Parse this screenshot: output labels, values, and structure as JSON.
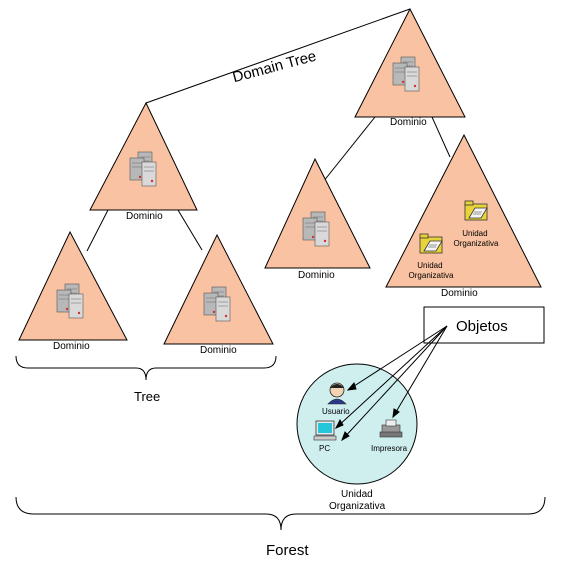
{
  "domain_tree_label": "Domain Tree",
  "tree_label": "Tree",
  "forest_label": "Forest",
  "objetos_label": "Objetos",
  "domains": {
    "top_right": "Dominio",
    "left_parent": "Dominio",
    "left_child_1": "Dominio",
    "left_child_2": "Dominio",
    "right_child_1": "Dominio",
    "right_child_2": "Dominio"
  },
  "ou_inside_domain": [
    [
      "Unidad",
      "Organizativa"
    ],
    [
      "Unidad",
      "Organizativa"
    ]
  ],
  "ou_circle": {
    "label_line1": "Unidad",
    "label_line2": "Organizativa",
    "objects": {
      "user": "Usuario",
      "pc": "PC",
      "printer": "Impresora"
    }
  },
  "colors": {
    "domain_fill": "#F9C2A2",
    "ou_circle_fill": "#CFEFEF",
    "folder_yellow": "#E8D43A"
  },
  "icons": [
    "server-icon",
    "folder-icon",
    "user-icon",
    "pc-icon",
    "printer-icon"
  ]
}
